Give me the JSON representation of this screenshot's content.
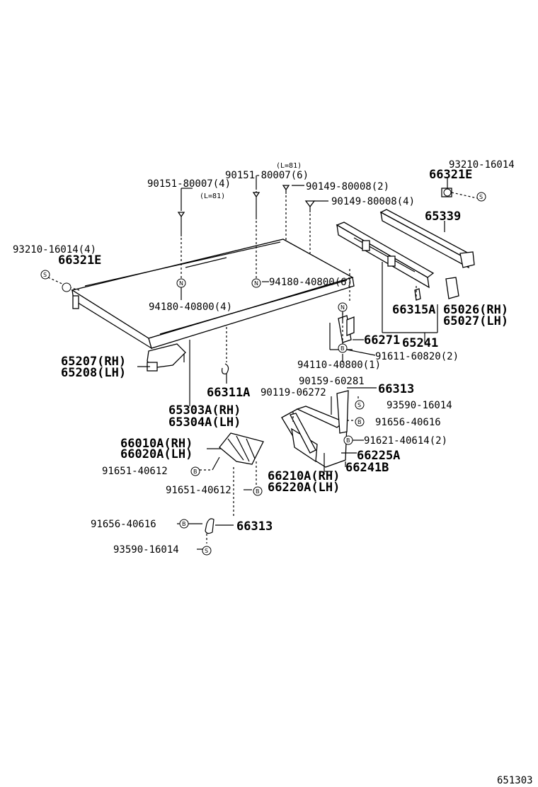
{
  "labels": {
    "l_93210_r": "93210-16014",
    "l_66321E_r": "66321E",
    "l_L81_a": "(L=81)",
    "l_90151_6": "90151-80007(6)",
    "l_90149_2": "90149-80008(2)",
    "l_90151_4": "90151-80007(4)",
    "l_L81_b": "(L=81)",
    "l_90149_4": "90149-80008(4)",
    "l_65339": "65339",
    "l_93210_l": "93210-16014(4)",
    "l_66321E_l": "66321E",
    "l_94180_6": "94180-40800(6)",
    "l_94180_4": "94180-40800(4)",
    "l_66315A": "66315A",
    "l_65026": "65026(RH)",
    "l_65027": "65027(LH)",
    "l_66271": "66271",
    "l_65241": "65241",
    "l_65207": "65207(RH)",
    "l_65208": "65208(LH)",
    "l_91611": "91611-60820(2)",
    "l_94110": "94110-40800(1)",
    "l_90159": "90159-60281",
    "l_66311A": "66311A",
    "l_90119": "90119-06272",
    "l_66313_a": "66313",
    "l_93590_a": "93590-16014",
    "l_65303A": "65303A(RH)",
    "l_65304A": "65304A(LH)",
    "l_91656_a": "91656-40616",
    "l_66010A": "66010A(RH)",
    "l_91621": "91621-40614(2)",
    "l_66020A": "66020A(LH)",
    "l_66225A": "66225A",
    "l_91651_a": "91651-40612",
    "l_66241B": "66241B",
    "l_66210A": "66210A(RH)",
    "l_91651_b": "91651-40612",
    "l_66220A": "66220A(LH)",
    "l_91656_b": "91656-40616",
    "l_66313_b": "66313",
    "l_93590_b": "93590-16014",
    "l_footer": "651303"
  },
  "symbols": {
    "s": "S",
    "n": "N",
    "b": "B"
  }
}
